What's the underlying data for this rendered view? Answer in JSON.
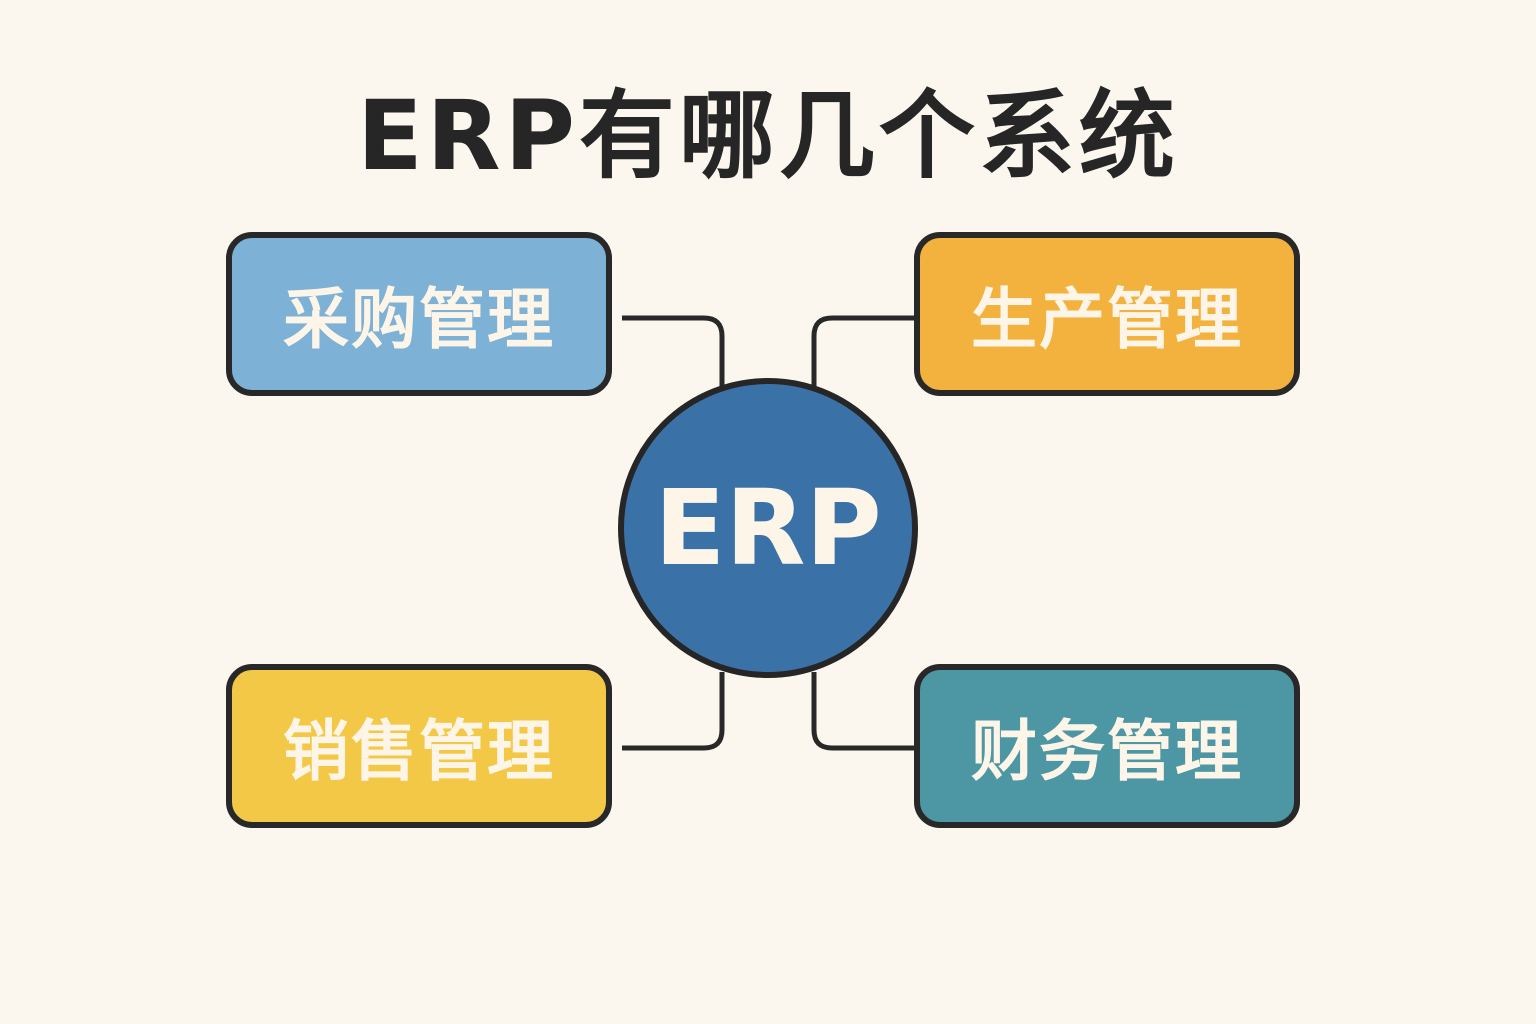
{
  "title": "ERP有哪几个系统",
  "center": {
    "label": "ERP",
    "color": "#3a72a8"
  },
  "modules": [
    {
      "id": "purchase",
      "label": "采购管理",
      "color": "#7db1d6"
    },
    {
      "id": "production",
      "label": "生产管理",
      "color": "#f3b13d"
    },
    {
      "id": "sales",
      "label": "销售管理",
      "color": "#f4c847"
    },
    {
      "id": "finance",
      "label": "财务管理",
      "color": "#4d96a3"
    }
  ],
  "colors": {
    "background": "#fcf7ee",
    "outline": "#282828",
    "text_light": "#fdf6e8"
  }
}
